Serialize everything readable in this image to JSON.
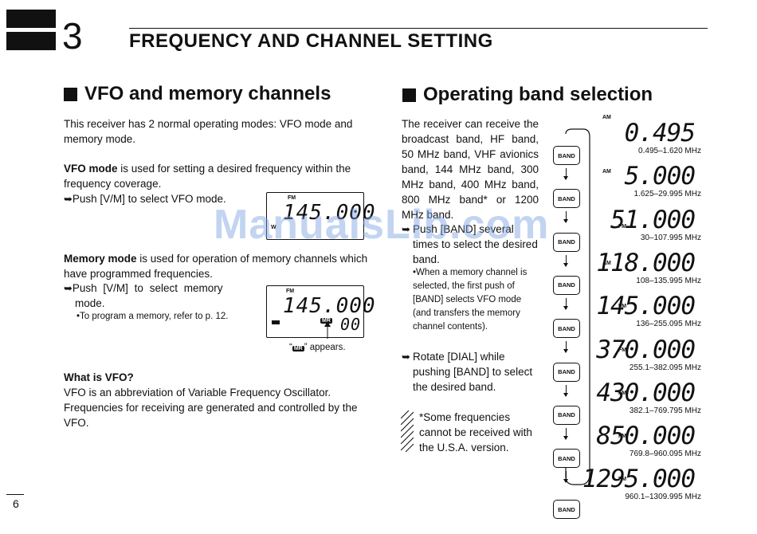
{
  "chapter": {
    "number": "3",
    "title": "FREQUENCY AND CHANNEL SETTING"
  },
  "left": {
    "heading": "VFO and memory channels",
    "intro": "This receiver has 2 normal operating modes: VFO mode and memory mode.",
    "vfo_term": "VFO mode",
    "vfo_text": " is used for setting a desired frequency within the frequency coverage.",
    "vfo_push": "Push [V/M] to select VFO mode.",
    "vfo_display": {
      "mode": "FM",
      "value": "145.000",
      "side": "W"
    },
    "mem_term": "Memory mode",
    "mem_text": " is used for operation of memory channels which have programmed frequencies.",
    "mem_push_1": "Push [V/M] to select memory",
    "mem_push_2": "mode.",
    "mem_note": "•To program a memory, refer to p. 12.",
    "mem_display": {
      "mode": "FM",
      "value": "145.000",
      "indicator": "MR",
      "channel": "00"
    },
    "mem_caption_a": "“",
    "mem_caption_icon": "MR",
    "mem_caption_b": "” appears.",
    "vfo_q": "What is VFO?",
    "vfo_answer": "VFO is an abbreviation of Variable Frequency Oscillator. Frequencies for receiving are generated and controlled by the VFO."
  },
  "right": {
    "heading": "Operating band selection",
    "intro": "The receiver can receive the broadcast band, HF band, 50 MHz band, VHF avionics band, 144 MHz band, 300 MHz band, 400 MHz band, 800 MHz band* or 1200 MHz band.",
    "push_band": "Push [BAND] several times to select the desired band.",
    "mem_note": "•When a memory channel is selected, the first push of [BAND] selects VFO mode (and transfers the memory channel contents).",
    "rotate": "Rotate [DIAL] while pushing [BAND] to select the desired band.",
    "footnote": "*Some frequencies cannot be received with the U.S.A. version.",
    "band_button": "BAND",
    "bands": [
      {
        "mode": "AM",
        "value": "0.495",
        "range": "0.495–1.620 MHz"
      },
      {
        "mode": "AM",
        "value": "5.000",
        "range": "1.625–29.995 MHz"
      },
      {
        "mode": "FM",
        "value": "51.000",
        "range": "30–107.995 MHz"
      },
      {
        "mode": "AM",
        "value": "118.000",
        "range": "108–135.995 MHz"
      },
      {
        "mode": "FM",
        "value": "145.000",
        "range": "136–255.095 MHz"
      },
      {
        "mode": "FM",
        "value": "370.000",
        "range": "255.1–382.095 MHz"
      },
      {
        "mode": "FM",
        "value": "430.000",
        "range": "382.1–769.795 MHz"
      },
      {
        "mode": "FM",
        "value": "850.000",
        "range": "769.8–960.095 MHz"
      },
      {
        "mode": "FM",
        "value": "1295.000",
        "range": "960.1–1309.995 MHz"
      }
    ]
  },
  "page_number": "6",
  "watermark": "ManualsLib.com"
}
